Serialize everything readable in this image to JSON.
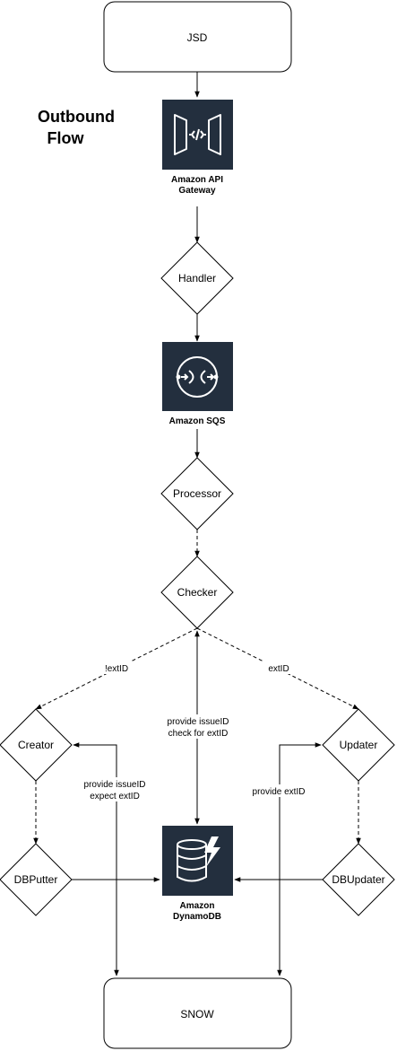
{
  "title": [
    "Outbound",
    "Flow"
  ],
  "nodes": {
    "jsd": "JSD",
    "snow": "SNOW",
    "handler": "Handler",
    "processor": "Processor",
    "checker": "Checker",
    "creator": "Creator",
    "updater": "Updater",
    "dbputter": "DBPutter",
    "dbupdater": "DBUpdater"
  },
  "services": {
    "api_gateway": [
      "Amazon API",
      "Gateway"
    ],
    "sqs": [
      "Amazon SQS"
    ],
    "dynamodb": [
      "Amazon",
      "DynamoDB"
    ]
  },
  "edge_labels": {
    "not_ext_id": "!extID",
    "ext_id": "extID",
    "checker_db": [
      "provide issueID",
      "check for extID"
    ],
    "creator_snow": [
      "provide issueID",
      "expect extID"
    ],
    "updater_snow": "provide extID"
  },
  "colors": {
    "service_bg": "#232f3e",
    "stroke": "#000000"
  }
}
